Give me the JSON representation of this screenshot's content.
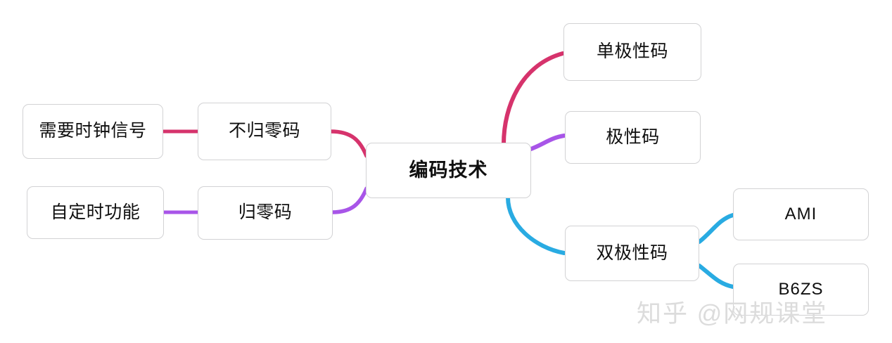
{
  "diagram": {
    "type": "mind-map",
    "title": "编码技术",
    "background": "#ffffff",
    "node_style": {
      "background": "#ffffff",
      "border_color": "#d2d2d4",
      "text_color": "#0f0f0f"
    },
    "colors": {
      "crimson": "#d6336c",
      "purple": "#a855e8",
      "blue": "#29abe2"
    },
    "nodes": {
      "central": "编码技术",
      "nrz": "不归零码",
      "nrz_detail": "需要时钟信号",
      "rz": "归零码",
      "rz_detail": "自定时功能",
      "unipolar": "单极性码",
      "polar": "极性码",
      "bipolar": "双极性码",
      "ami": "AMI",
      "b6zs": "B6ZS"
    },
    "edges": [
      {
        "from": "需要时钟信号",
        "to": "不归零码",
        "color": "#d6336c"
      },
      {
        "from": "不归零码",
        "to": "编码技术",
        "color": "#d6336c"
      },
      {
        "from": "自定时功能",
        "to": "归零码",
        "color": "#a855e8"
      },
      {
        "from": "归零码",
        "to": "编码技术",
        "color": "#a855e8"
      },
      {
        "from": "编码技术",
        "to": "单极性码",
        "color": "#d6336c"
      },
      {
        "from": "编码技术",
        "to": "极性码",
        "color": "#a855e8"
      },
      {
        "from": "编码技术",
        "to": "双极性码",
        "color": "#29abe2"
      },
      {
        "from": "双极性码",
        "to": "AMI",
        "color": "#29abe2"
      },
      {
        "from": "双极性码",
        "to": "B6ZS",
        "color": "#29abe2"
      }
    ]
  },
  "watermark": {
    "text": "知乎 @网规课堂"
  }
}
